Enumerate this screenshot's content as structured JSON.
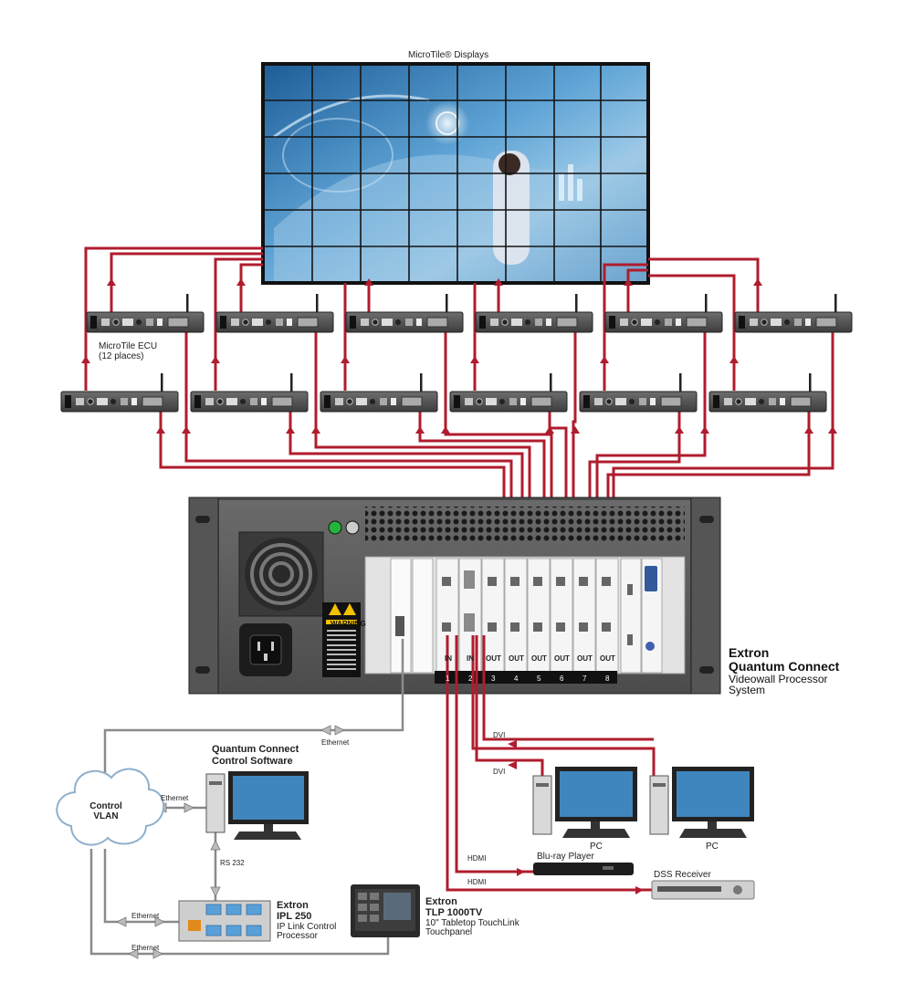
{
  "title": "MicroTile® Displays",
  "ecu_label": "MicroTile ECU",
  "ecu_count": "(12 places)",
  "processor": {
    "brand": "Extron",
    "name": "Quantum Connect",
    "desc_line1": "Videowall Processor",
    "desc_line2": "System",
    "slot_numbers": [
      "1",
      "2",
      "3",
      "4",
      "5",
      "6",
      "7",
      "8"
    ],
    "slot_io": [
      "IN",
      "IN",
      "OUT",
      "OUT",
      "OUT",
      "OUT",
      "OUT",
      "OUT"
    ],
    "warning": "WARNING"
  },
  "software": {
    "line1": "Quantum Connect",
    "line2": "Control Software"
  },
  "vlan": {
    "line1": "Control",
    "line2": "VLAN"
  },
  "ipl": {
    "brand": "Extron",
    "name": "IPL 250",
    "desc_line1": "IP Link Control",
    "desc_line2": "Processor"
  },
  "tlp": {
    "brand": "Extron",
    "name": "TLP 1000TV",
    "desc_line1": "10\" Tabletop TouchLink",
    "desc_line2": "Touchpanel"
  },
  "connections": {
    "ethernet": "Ethernet",
    "rs232": "RS 232",
    "dvi": "DVI",
    "hdmi": "HDMI"
  },
  "sources": {
    "pc": "PC",
    "bluray": "Blu-ray Player",
    "dss": "DSS Receiver"
  },
  "colors": {
    "cable": "#b01c2e",
    "gray_cable": "#8a8a8a",
    "chassis": "#5e5e5e",
    "screen_blue": "#3f86bf",
    "bezel": "#1e1e1e"
  }
}
